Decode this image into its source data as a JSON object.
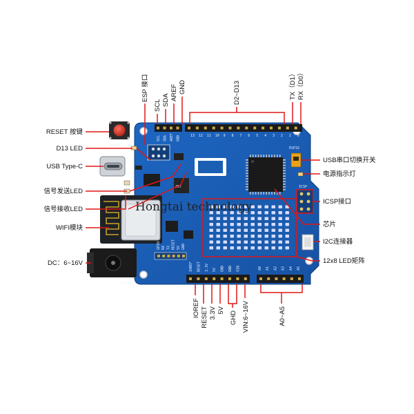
{
  "labels": {
    "left": [
      "RESET 按键",
      "D13 LED",
      "USB Type-C",
      "信号发送LED",
      "信号接收LED",
      "WIFI模块",
      "DC：6~16V"
    ],
    "right": [
      "USB串口切换开关",
      "电源指示灯",
      "ICSP接口",
      "芯片",
      "I2C连接器",
      "12x8 LED矩阵"
    ],
    "top": [
      "ESP 接口",
      "SCL",
      "SDA",
      "AREF",
      "GND",
      "D2~D13",
      "TX（D1）",
      "RX（D0）"
    ],
    "bottom": [
      "IOREF",
      "RESET",
      "3.3V",
      "5V",
      "GHD",
      "VIN:6~16V",
      "A0~A5"
    ]
  },
  "watermark": "Hongtai technology",
  "silkscreen": {
    "reset": "RESET",
    "dc": "6~16V",
    "icsp": "ICSP",
    "chip_marking": "4R7",
    "power_header": [
      "IOREF",
      "RESET",
      "3.3V",
      "5V",
      "GND",
      "GND",
      "VIN"
    ],
    "analog_header": [
      "A0",
      "A1",
      "A2",
      "A3",
      "A4",
      "A5"
    ],
    "digital_header": [
      "13",
      "12",
      "11",
      "10",
      "9",
      "8",
      "7",
      "6",
      "5",
      "4",
      "3",
      "2",
      "1",
      "0"
    ],
    "wifi_header": [
      "GPIO",
      "RX",
      "TX",
      "RESET",
      "5V",
      "GND"
    ],
    "top_left": [
      "SCL",
      "SDA",
      "AREF",
      "GND"
    ],
    "switch": "ESP32"
  },
  "colors": {
    "board": "#1a5fb4",
    "board_dark": "#124a8f",
    "callout": "#e01616",
    "led_matrix": "#d6dcff"
  },
  "led_matrix": {
    "rows": 8,
    "cols": 12
  }
}
